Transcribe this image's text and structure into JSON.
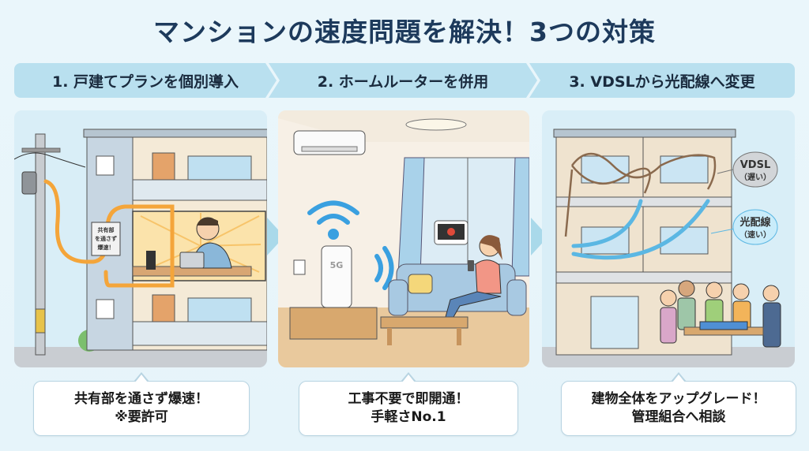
{
  "title": "マンションの速度問題を解決！3つの対策",
  "colors": {
    "title": "#1d3a5c",
    "step_bg": "#b9e0ef",
    "page_bg": "#eaf6fb",
    "fiber_orange": "#f4a53a",
    "fiber_blue": "#5bb7e3",
    "vdsl_brown": "#8a6a4e"
  },
  "steps": [
    {
      "label": "1. 戸建てプランを個別導入",
      "illustration": {
        "sign_text": [
          "共有部",
          "を通さず",
          "爆速！"
        ],
        "elements": [
          "utility-pole",
          "apartment-building",
          "orange-fiber-cable",
          "man-with-laptop",
          "router"
        ]
      },
      "caption": [
        "共有部を通さず爆速！",
        "※要許可"
      ]
    },
    {
      "label": "2. ホームルーターを併用",
      "illustration": {
        "router_label": "5G",
        "elements": [
          "air-conditioner",
          "ceiling-light",
          "wifi-signal",
          "home-router",
          "woman-on-sofa",
          "smartphone",
          "video-play-bubble"
        ]
      },
      "caption": [
        "工事不要で即開通！",
        "手軽さNo.1"
      ]
    },
    {
      "label": "3. VDSLから光配線へ変更",
      "illustration": {
        "callouts": [
          {
            "title": "VDSL",
            "sub": "（遅い）"
          },
          {
            "title": "光配線",
            "sub": "（速い）"
          }
        ],
        "elements": [
          "apartment-building",
          "tangled-vdsl-cables",
          "blue-fiber-cables",
          "residents-meeting",
          "blueprint-table"
        ]
      },
      "caption": [
        "建物全体をアップグレード！",
        "管理組合へ相談"
      ]
    }
  ]
}
